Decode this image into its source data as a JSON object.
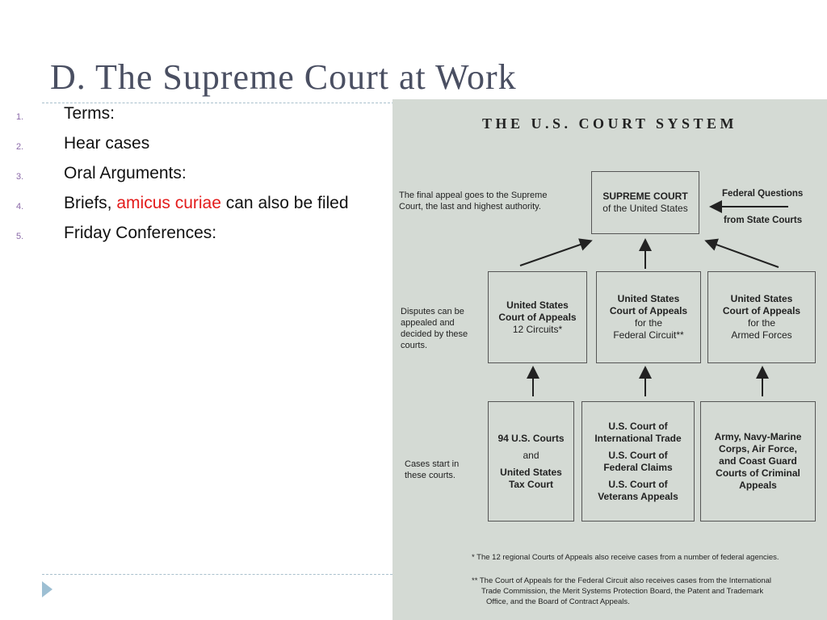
{
  "slide": {
    "title": "D. The Supreme Court at Work",
    "items": [
      {
        "num": "1.",
        "text": "Terms:"
      },
      {
        "num": "2.",
        "text": "Hear cases"
      },
      {
        "num": "3.",
        "text": "Oral Arguments:"
      },
      {
        "num": "4.",
        "text_before": "Briefs, ",
        "highlight": "amicus curiae",
        "text_after": " can also be filed"
      },
      {
        "num": "5.",
        "text": "Friday Conferences:"
      }
    ]
  },
  "diagram": {
    "heading": "THE U.S. COURT SYSTEM",
    "note_top": "The final appeal goes to the Supreme Court, the last and highest authority.",
    "note_middle": "Disputes can be appealed and decided by these courts.",
    "note_bottom": "Cases start in these courts.",
    "supreme": {
      "line1": "SUPREME COURT",
      "line2": "of the United States"
    },
    "federal_questions": {
      "line1": "Federal Questions",
      "line2": "from State Courts"
    },
    "appeals": [
      {
        "line1": "United States",
        "line2": "Court of Appeals",
        "line3": "12 Circuits*",
        "line4": ""
      },
      {
        "line1": "United States",
        "line2": "Court of Appeals",
        "line3": "for the",
        "line4": "Federal Circuit**"
      },
      {
        "line1": "United States",
        "line2": "Court of Appeals",
        "line3": "for the",
        "line4": "Armed Forces"
      }
    ],
    "trial1": {
      "a": "94 U.S. Courts",
      "b": "and",
      "c": "United States",
      "d": "Tax Court"
    },
    "trial2": {
      "a": "U.S. Court of",
      "b": "International Trade",
      "c": "U.S. Court of",
      "d": "Federal Claims",
      "e": "U.S. Court of",
      "f": "Veterans Appeals"
    },
    "trial3": {
      "a": "Army, Navy-Marine",
      "b": "Corps, Air Force,",
      "c": "and Coast Guard",
      "d": "Courts of Criminal",
      "e": "Appeals"
    },
    "footnote1": "* The 12 regional Courts of Appeals also receive cases from a number of federal agencies.",
    "footnote2a": "** The Court of Appeals for the Federal Circuit also receives cases from the International",
    "footnote2b": "Trade Commission, the Merit Systems Protection Board, the Patent and Trademark",
    "footnote2c": "Office, and the Board of Contract Appeals."
  }
}
